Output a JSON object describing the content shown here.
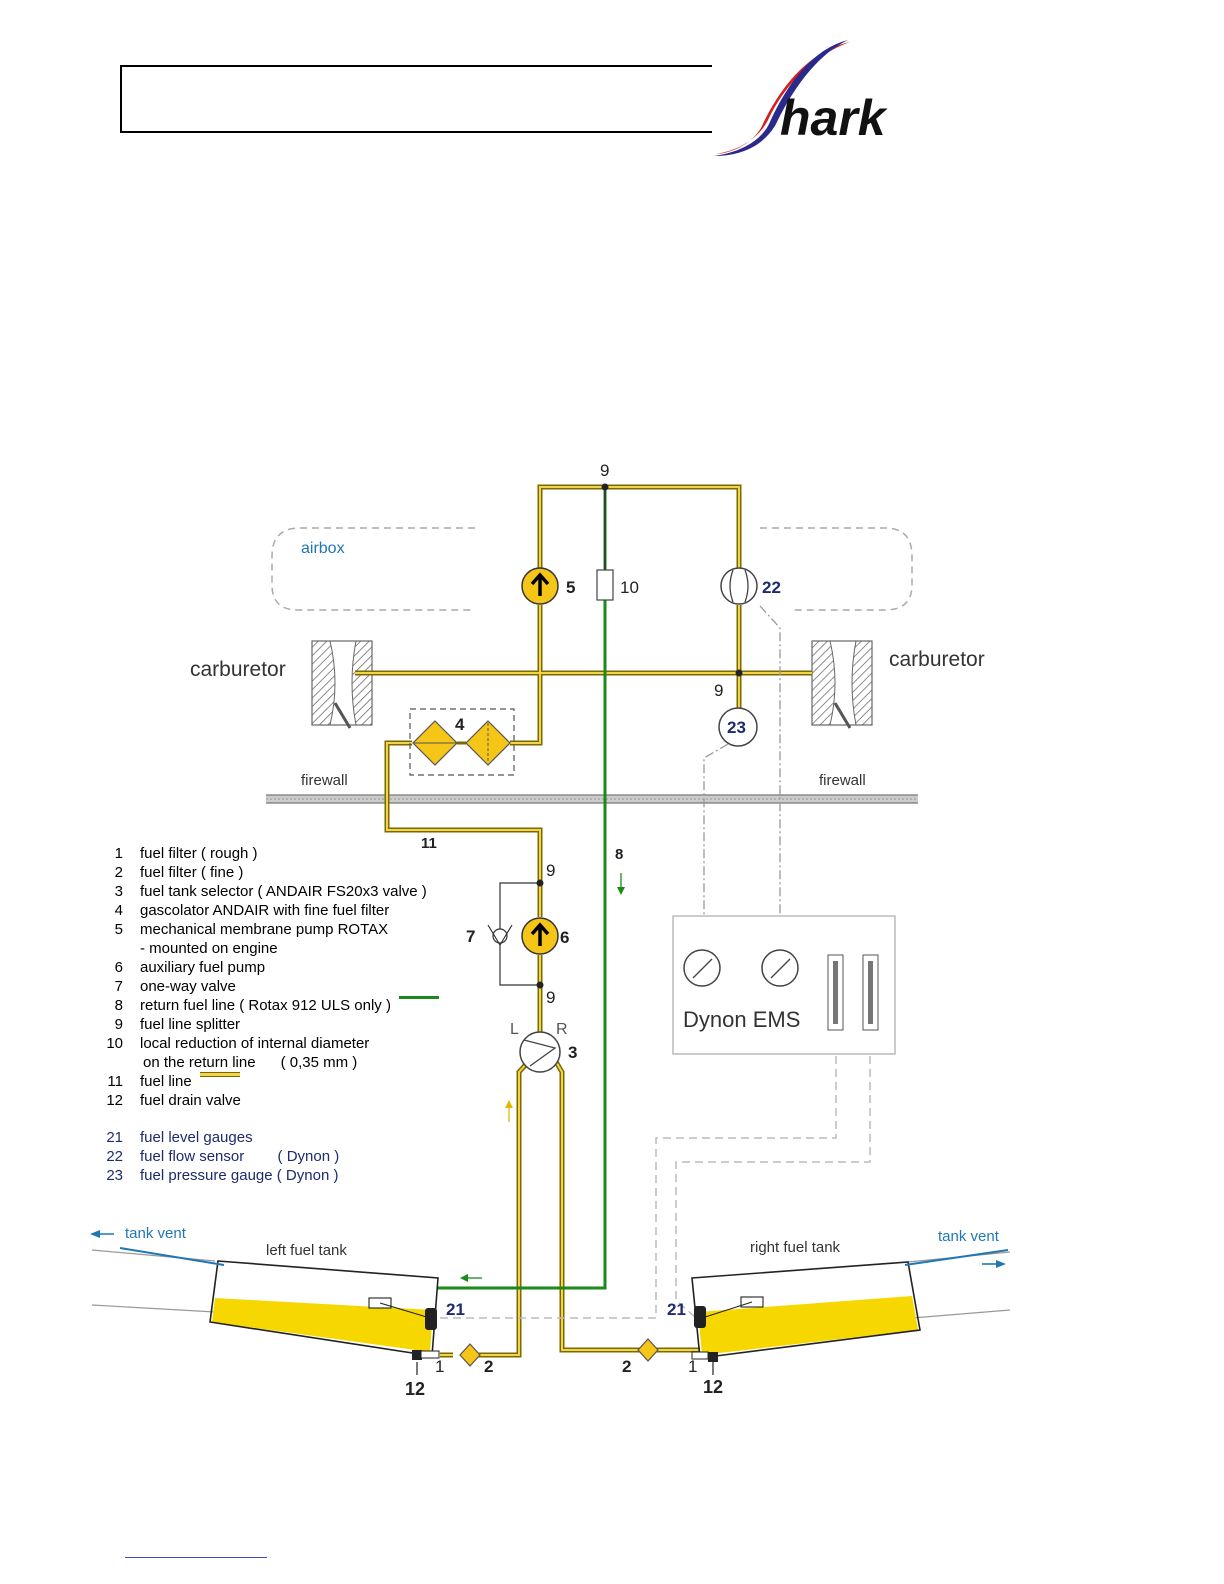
{
  "header": {
    "logo_text": "hark"
  },
  "colors": {
    "fuel_line": "#f2d34a",
    "fuel_outline": "#7a6a00",
    "return_line": "#1a8a1a",
    "fuel_tank": "#f7d700",
    "label_blue": "#1f78b4",
    "label_navy": "#1d2a6e",
    "logo_red": "#d42020",
    "logo_navy": "#2a2a8c"
  },
  "diagram": {
    "airbox_label": "airbox",
    "carburetor_left": "carburetor",
    "carburetor_right": "carburetor",
    "firewall_left": "firewall",
    "firewall_right": "firewall",
    "ems_label": "Dynon EMS",
    "tank_vent_left": "tank vent",
    "tank_vent_right": "tank vent",
    "left_tank": "left fuel tank",
    "right_tank": "right fuel tank",
    "selector_left": "L",
    "selector_right": "R",
    "callouts": {
      "n9_top": "9",
      "n5": "5",
      "n10": "10",
      "n22": "22",
      "n9_mid": "9",
      "n23": "23",
      "n4": "4",
      "n11": "11",
      "n8": "8",
      "n9_a": "9",
      "n7": "7",
      "n6": "6",
      "n9_b": "9",
      "n3": "3",
      "n21_left": "21",
      "n21_right": "21",
      "n1_left": "1",
      "n2_left": "2",
      "n2_right": "2",
      "n1_right": "1",
      "n12_left": "12",
      "n12_right": "12"
    }
  },
  "legend": {
    "items": [
      {
        "num": "1",
        "text": "fuel filter ( rough )"
      },
      {
        "num": "2",
        "text": "fuel filter ( fine )"
      },
      {
        "num": "3",
        "text": "fuel tank selector ( ANDAIR FS20x3 valve )"
      },
      {
        "num": "4",
        "text": "gascolator ANDAIR with fine fuel filter"
      },
      {
        "num": "5",
        "text": "mechanical membrane pump ROTAX"
      },
      {
        "num": "",
        "text": "- mounted on engine"
      },
      {
        "num": "6",
        "text": "auxiliary fuel pump"
      },
      {
        "num": "7",
        "text": "one-way valve"
      },
      {
        "num": "8",
        "text": "return fuel line ( Rotax 912 ULS only )"
      },
      {
        "num": "9",
        "text": "fuel line splitter"
      },
      {
        "num": "10",
        "text": "local reduction of internal diameter"
      },
      {
        "num": "",
        "text": "on the return line      ( 0,35 mm )"
      },
      {
        "num": "11",
        "text": "fuel line"
      },
      {
        "num": "12",
        "text": "fuel drain valve"
      }
    ],
    "dynon_items": [
      {
        "num": "21",
        "text": "fuel level gauges"
      },
      {
        "num": "22",
        "text": "fuel flow sensor        ( Dynon )"
      },
      {
        "num": "23",
        "text": "fuel pressure gauge ( Dynon )"
      }
    ]
  }
}
